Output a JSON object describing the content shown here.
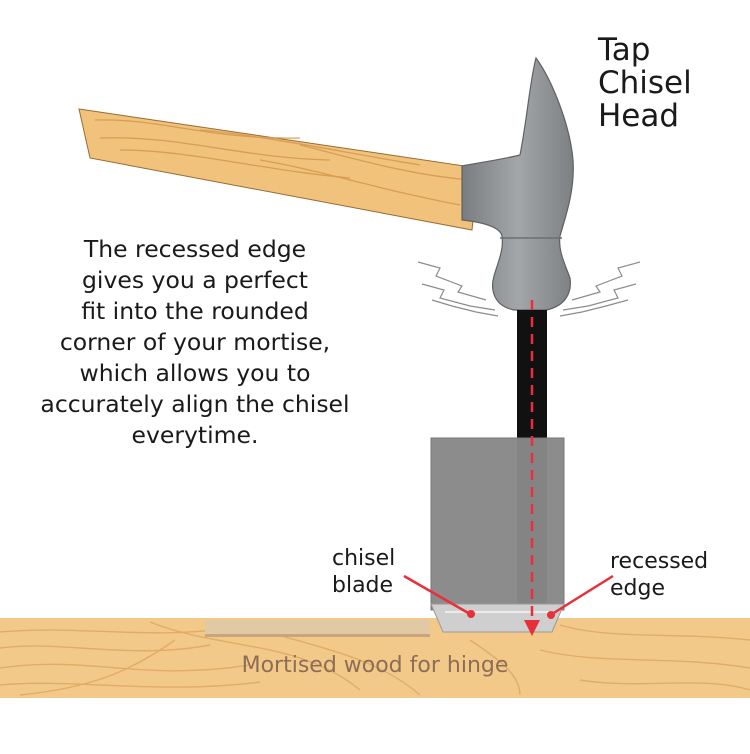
{
  "title": "Tap\nChisel\nHead",
  "description": "The recessed edge\ngives you a perfect\nfit into the rounded\ncorner of your mortise,\nwhich allows you to\naccurately align the chisel\neverytime.",
  "labels": {
    "chisel_blade": "chisel\nblade",
    "recessed_edge": "recessed\nedge"
  },
  "caption": "Mortised wood for hinge",
  "colors": {
    "wood": "#f3c98a",
    "wood_grain": "#dba45c",
    "hammer_handle": "#f0c27c",
    "hammer_head": "#8e9193",
    "chisel_handle": "#111111",
    "chisel_blade": "#8c8c8c",
    "guide_line": "#e8303a",
    "pointer": "#e8303a"
  }
}
